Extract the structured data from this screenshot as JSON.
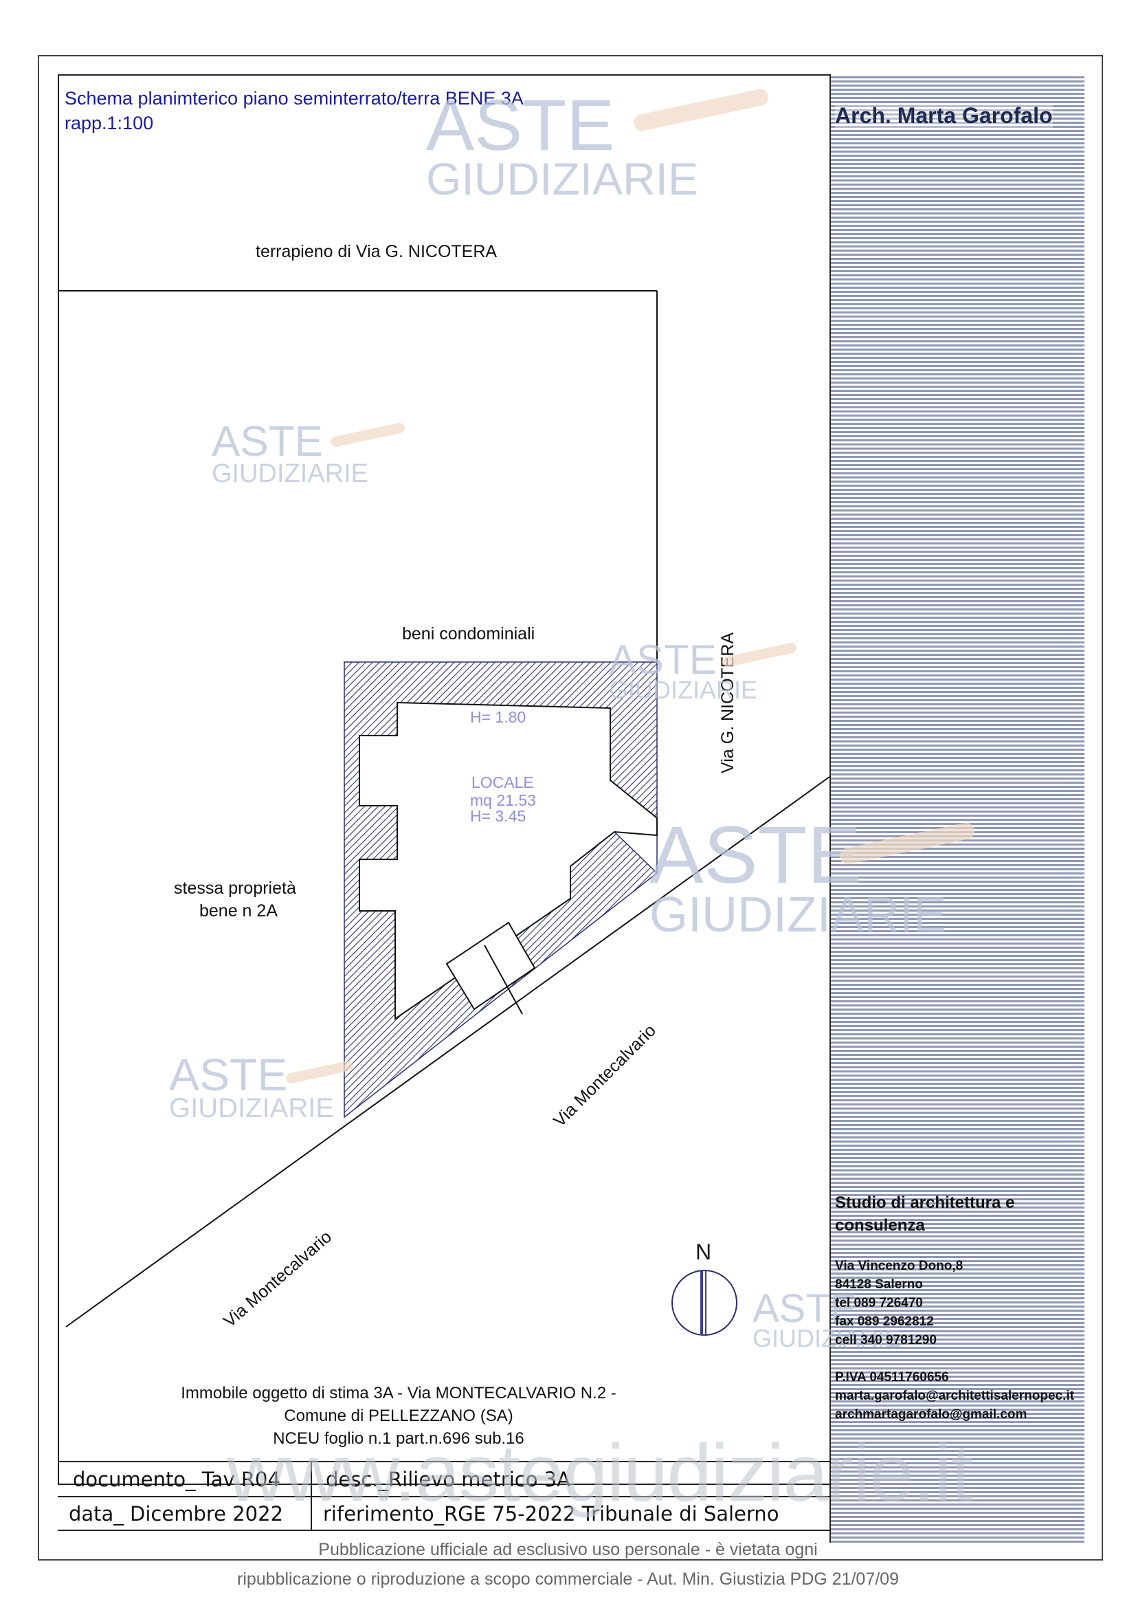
{
  "drawing": {
    "title_line1": "Schema planimterico piano seminterrato/terra BENE 3A",
    "title_line2": "rapp.1:100"
  },
  "labels": {
    "terrapieno": "terrapieno di Via G. NICOTERA",
    "beni_condominiali": "beni condominiali",
    "via_nicotera": "Via G. NICOTERA",
    "stessa_proprieta_1": "stessa  proprietà",
    "stessa_proprieta_2": "bene n 2A",
    "via_montecalvario_upper": "Via Montecalvario",
    "via_montecalvario_lower": "Via Montecalvario",
    "north": "N"
  },
  "room": {
    "height_top": "H= 1.80",
    "name": "LOCALE",
    "area": "mq 21.53",
    "height": "H= 3.45"
  },
  "sidebar": {
    "architect": "Arch. Marta Garofalo",
    "studio": "Studio di architettura e consulenza",
    "address": "Via Vincenzo Dono,8",
    "city": "84128 Salerno",
    "tel": "tel 089 726470",
    "fax": "fax 089 2962812",
    "cell": "cell 340  9781290",
    "piva": "P.IVA  04511760656",
    "email1": "marta.garofalo@architettisalernopec.it",
    "email2": "archmartagarofalo@gmail.com"
  },
  "caption": {
    "line1": "Immobile oggetto di stima  3A - Via MONTECALVARIO  N.2  -",
    "line2": "Comune di PELLEZZANO (SA)",
    "line3": "NCEU foglio n.1 part.n.696  sub.16"
  },
  "titleblock": {
    "documento": "documento_ Tav R04",
    "desc": "desc._Rilievo metrico 3A",
    "data": "data_ Dicembre 2022",
    "riferimento": "riferimento_RGE 75-2022 Tribunale di Salerno"
  },
  "watermark": {
    "word1": "ASTE",
    "word2": "GIUDIZIARIE",
    "site": "www.astegiudiziarie.it"
  },
  "footer": {
    "line1": "Pubblicazione ufficiale ad esclusivo uso personale - è vietata ogni",
    "line2": "ripubblicazione o riproduzione a scopo commerciale - Aut. Min. Giustizia PDG 21/07/09"
  }
}
